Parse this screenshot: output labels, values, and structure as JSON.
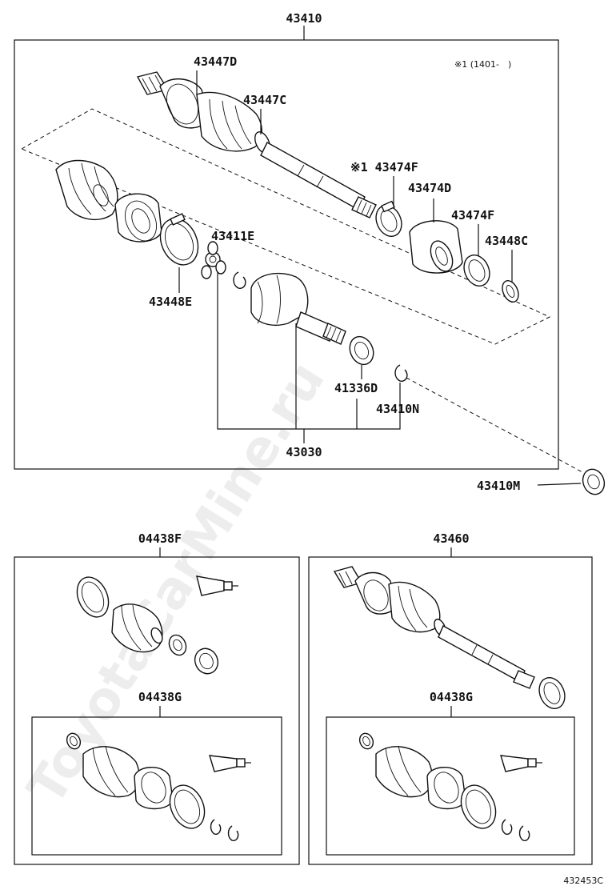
{
  "labels": {
    "top_assembly": "43410",
    "p43447D": "43447D",
    "p43447C": "43447C",
    "p43474F_note": "※1 43474F",
    "p43474D": "43474D",
    "p43474F": "43474F",
    "p43448C": "43448C",
    "p43411E": "43411E",
    "p43448E": "43448E",
    "p41336D": "41336D",
    "p43410N": "43410N",
    "p43030": "43030",
    "p43410M": "43410M",
    "kit_left": "04438F",
    "kit_right_assembly": "43460",
    "kit_g_left": "04438G",
    "kit_g_right": "04438G"
  },
  "note": "※1 (1401-　)",
  "diagram_code": "432453C",
  "watermark": "ToyotaCarMine.ru"
}
